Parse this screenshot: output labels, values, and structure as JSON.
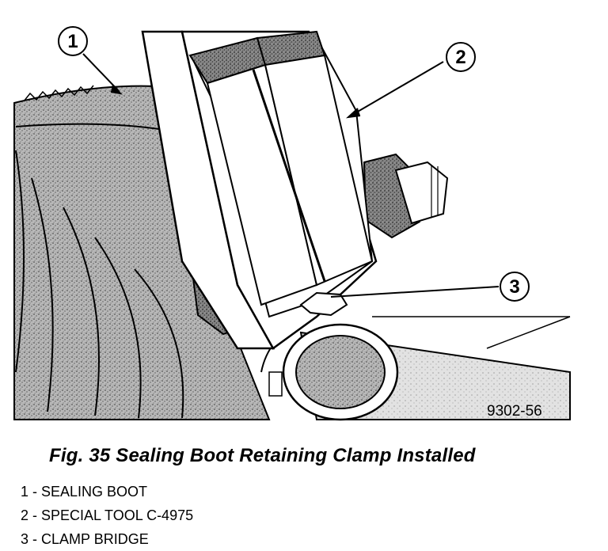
{
  "figure": {
    "callouts": [
      {
        "number": "1"
      },
      {
        "number": "2"
      },
      {
        "number": "3"
      }
    ],
    "code": "9302-56"
  },
  "caption": "Fig. 35 Sealing Boot Retaining Clamp Installed",
  "legend": [
    "1 - SEALING BOOT",
    "2 - SPECIAL TOOL C-4975",
    "3 - CLAMP BRIDGE"
  ]
}
